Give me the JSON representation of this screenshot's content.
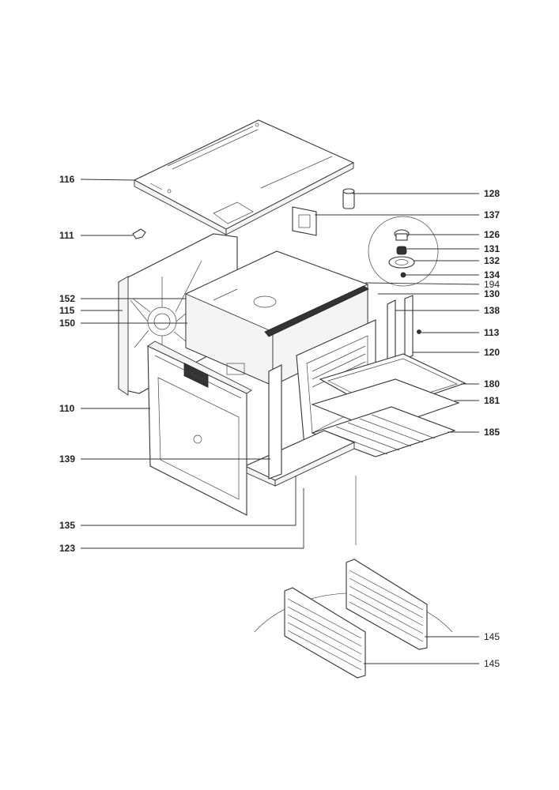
{
  "callouts": [
    {
      "id": "116",
      "text": "116",
      "bold": true
    },
    {
      "id": "128",
      "text": "128",
      "bold": true
    },
    {
      "id": "137",
      "text": "137",
      "bold": true
    },
    {
      "id": "111",
      "text": "111",
      "bold": true
    },
    {
      "id": "126",
      "text": "126",
      "bold": true
    },
    {
      "id": "131",
      "text": "131",
      "bold": true
    },
    {
      "id": "132",
      "text": "132",
      "bold": true
    },
    {
      "id": "134",
      "text": "134",
      "bold": true
    },
    {
      "id": "194",
      "text": "194",
      "bold": false
    },
    {
      "id": "152",
      "text": "152",
      "bold": true
    },
    {
      "id": "130",
      "text": "130",
      "bold": true
    },
    {
      "id": "115",
      "text": "115",
      "bold": true
    },
    {
      "id": "138",
      "text": "138",
      "bold": true
    },
    {
      "id": "150",
      "text": "150",
      "bold": true
    },
    {
      "id": "113",
      "text": "113",
      "bold": true
    },
    {
      "id": "120",
      "text": "120",
      "bold": true
    },
    {
      "id": "180",
      "text": "180",
      "bold": true
    },
    {
      "id": "110",
      "text": "110",
      "bold": true
    },
    {
      "id": "181",
      "text": "181",
      "bold": true
    },
    {
      "id": "185",
      "text": "185",
      "bold": true
    },
    {
      "id": "139",
      "text": "139",
      "bold": true
    },
    {
      "id": "135",
      "text": "135",
      "bold": true
    },
    {
      "id": "123",
      "text": "123",
      "bold": true
    },
    {
      "id": "145a",
      "text": "145",
      "bold": false
    },
    {
      "id": "145b",
      "text": "145",
      "bold": false
    }
  ]
}
